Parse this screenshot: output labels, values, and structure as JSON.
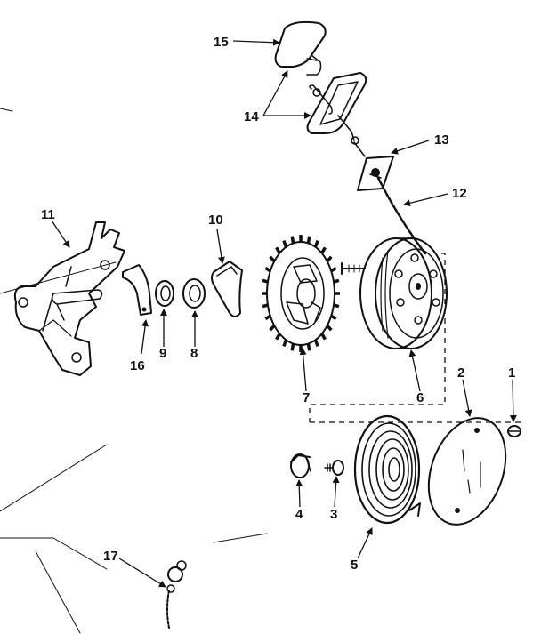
{
  "diagram": {
    "callouts": {
      "c1": "1",
      "c2": "2",
      "c3": "3",
      "c4": "4",
      "c5": "5",
      "c6": "6",
      "c7": "7",
      "c8": "8",
      "c9": "9",
      "c10": "10",
      "c11": "11",
      "c12": "12",
      "c13": "13",
      "c14": "14",
      "c15": "15",
      "c16": "16",
      "c17": "17"
    },
    "ink_color": "#111111",
    "background_color": "#ffffff"
  }
}
